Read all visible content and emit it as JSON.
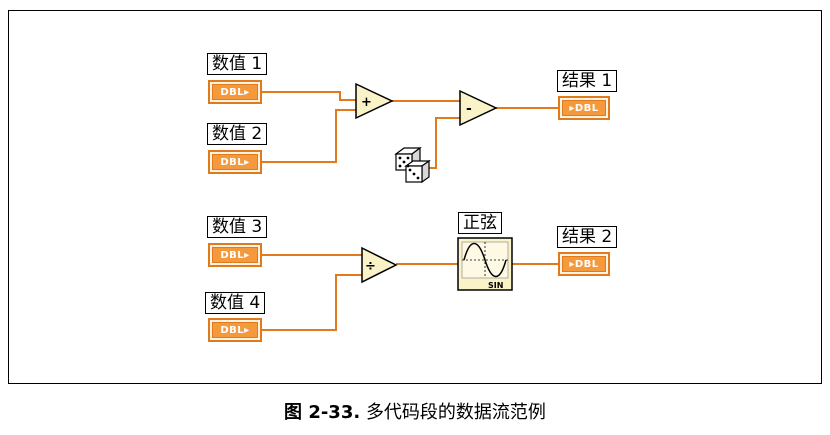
{
  "controls": {
    "num1": "数值 1",
    "num2": "数值 2",
    "num3": "数值 3",
    "num4": "数值 4"
  },
  "indicators": {
    "res1": "结果 1",
    "res2": "结果 2"
  },
  "terminal_type": "DBL",
  "functions": {
    "add_symbol": "+",
    "sub_symbol": "-",
    "div_symbol": "÷",
    "sine_label": "正弦",
    "sine_tag": "SIN"
  },
  "caption": {
    "prefix": "图 2-33.",
    "text": "多代码段的数据流范例"
  },
  "colors": {
    "wire": "#e07a1a",
    "terminal_fill": "#f59a3c",
    "node_fill": "#fbf3c8"
  }
}
